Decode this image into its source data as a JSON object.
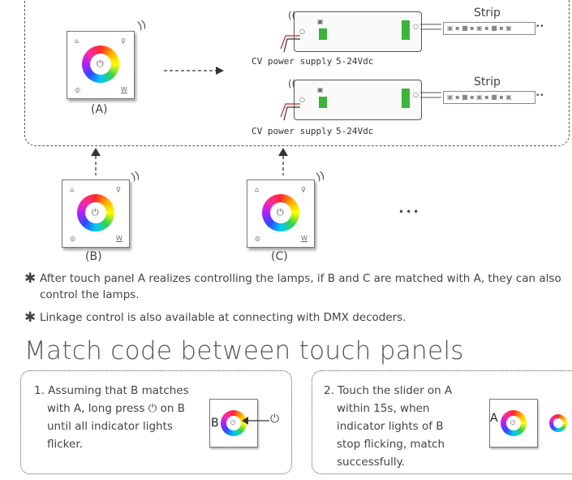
{
  "panels": {
    "a_label": "(A)",
    "b_label": "(B)",
    "c_label": "(C)"
  },
  "outputs": [
    {
      "strip_label": "Strip",
      "supply_label": "CV power supply",
      "voltage": "5-24Vdc"
    },
    {
      "strip_label": "Strip",
      "supply_label": "CV power supply",
      "voltage": "5-24Vdc"
    }
  ],
  "ellipsis": "•••",
  "strip_ellipsis": "••",
  "notes": [
    {
      "bullet": "✱",
      "text": "After touch panel A realizes controlling the lamps, if B and C are matched with A, they can also control the lamps."
    },
    {
      "bullet": "✱",
      "text": "Linkage control is also available at connecting with DMX decoders."
    }
  ],
  "section_title": "Match code between touch panels",
  "steps": [
    {
      "text_lines": [
        "1. Assuming that B matches",
        "with A, long press ⏻ on B",
        "until all indicator lights",
        "flicker."
      ],
      "panel_letter": "B"
    },
    {
      "text_lines": [
        "2. Touch the slider on A",
        "within 15s, when",
        "indicator lights of B",
        "stop flicking, match",
        "successfully."
      ],
      "panel_letter": "A"
    }
  ],
  "icons": {
    "power": "power-icon",
    "home": "home-icon",
    "bulb": "bulb-icon",
    "w": "W"
  },
  "colors": {
    "line": "#555555",
    "text": "#444444"
  }
}
